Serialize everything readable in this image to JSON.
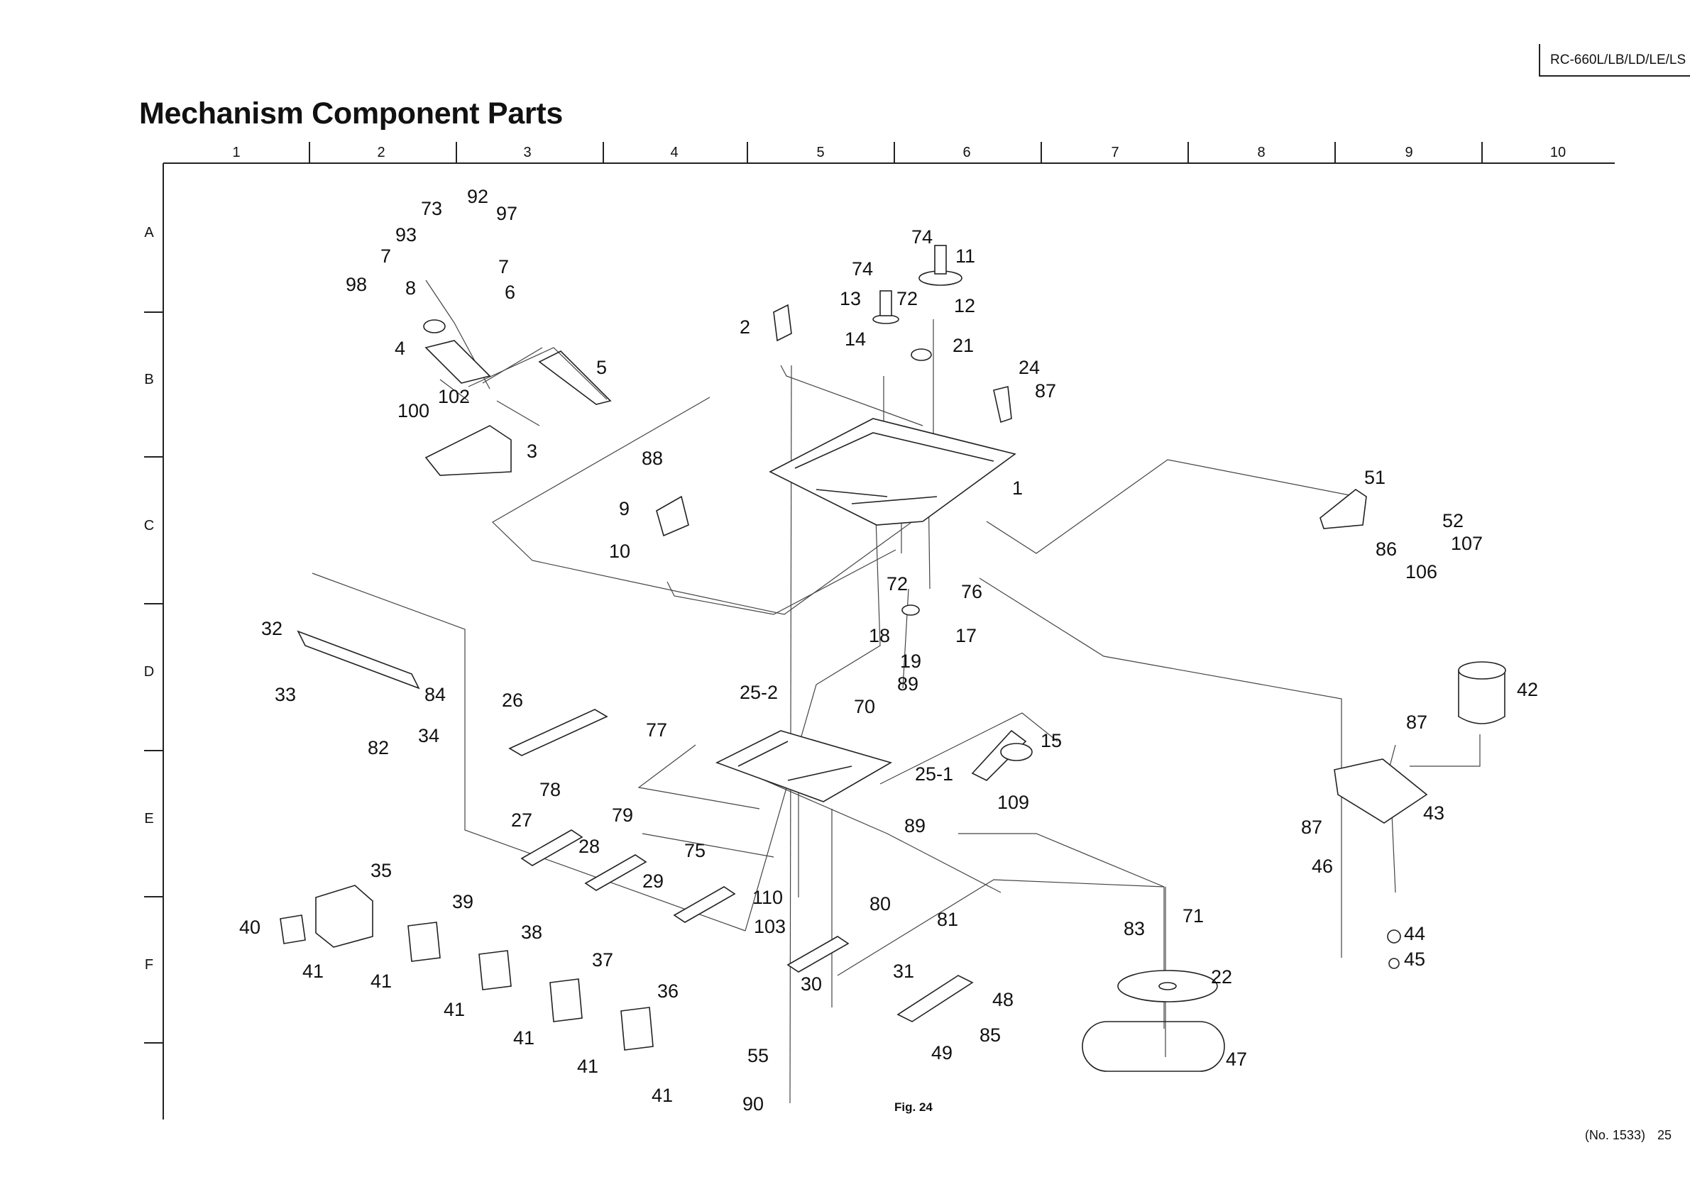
{
  "header": {
    "model": "RC-660L/LB/LD/LE/LS",
    "title": "Mechanism Component Parts"
  },
  "grid": {
    "columns": [
      "1",
      "2",
      "3",
      "4",
      "5",
      "6",
      "7",
      "8",
      "9",
      "10"
    ],
    "rows": [
      "A",
      "B",
      "C",
      "D",
      "E",
      "F"
    ]
  },
  "figure_label": "Fig. 24",
  "footer": {
    "doc_number": "(No. 1533)",
    "page_number": "25"
  },
  "part_labels": [
    "92",
    "73",
    "97",
    "93",
    "7",
    "7",
    "98",
    "8",
    "6",
    "4",
    "5",
    "100",
    "102",
    "3",
    "74",
    "11",
    "74",
    "13",
    "72",
    "12",
    "2",
    "14",
    "21",
    "24",
    "87",
    "88",
    "9",
    "1",
    "10",
    "51",
    "52",
    "86",
    "107",
    "106",
    "72",
    "76",
    "18",
    "17",
    "19",
    "89",
    "32",
    "33",
    "84",
    "82",
    "34",
    "26",
    "25-2",
    "70",
    "77",
    "42",
    "87",
    "15",
    "25-1",
    "109",
    "43",
    "78",
    "27",
    "79",
    "89",
    "87",
    "28",
    "75",
    "29",
    "46",
    "110",
    "80",
    "103",
    "81",
    "71",
    "83",
    "35",
    "40",
    "41",
    "41",
    "39",
    "38",
    "41",
    "37",
    "22",
    "41",
    "31",
    "48",
    "30",
    "36",
    "44",
    "45",
    "41",
    "85",
    "49",
    "55",
    "47",
    "41",
    "90"
  ]
}
